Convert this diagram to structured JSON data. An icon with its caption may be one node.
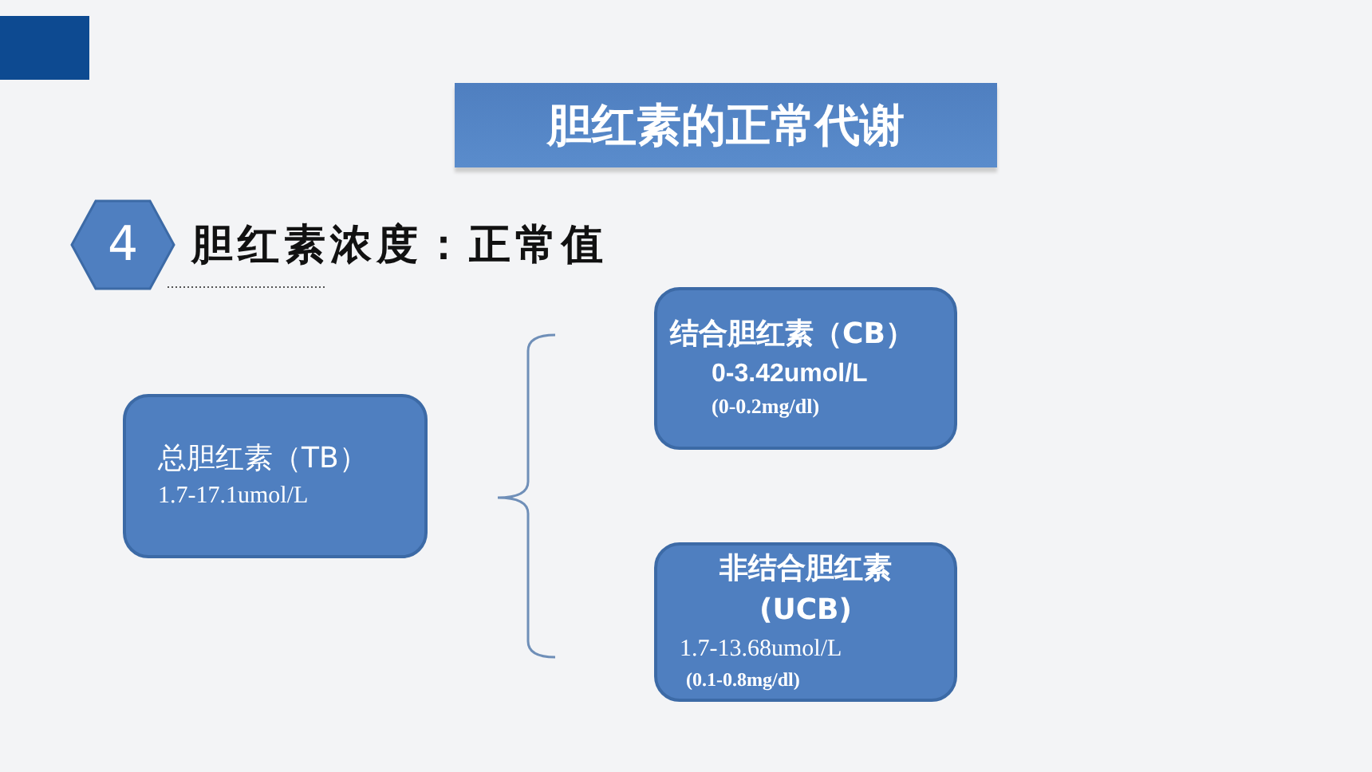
{
  "diagram": {
    "title": "胆红素的正常代谢",
    "nodes": [
      {
        "text": [
          "4"
        ],
        "beside": [
          "胆红素浓度：正常值"
        ]
      },
      {
        "text": [
          "总胆红素（TB）",
          "1.7-17.1umol/L"
        ]
      },
      {
        "text": [
          "结合胆红素（CB）",
          "0-3.42umol/L",
          "(0-0.2mg/dl)"
        ]
      },
      {
        "text": [
          "非结合胆红素 (UCB)",
          "1.7-13.68umol/L",
          "(0.1-0.8mg/dl)"
        ]
      }
    ]
  }
}
